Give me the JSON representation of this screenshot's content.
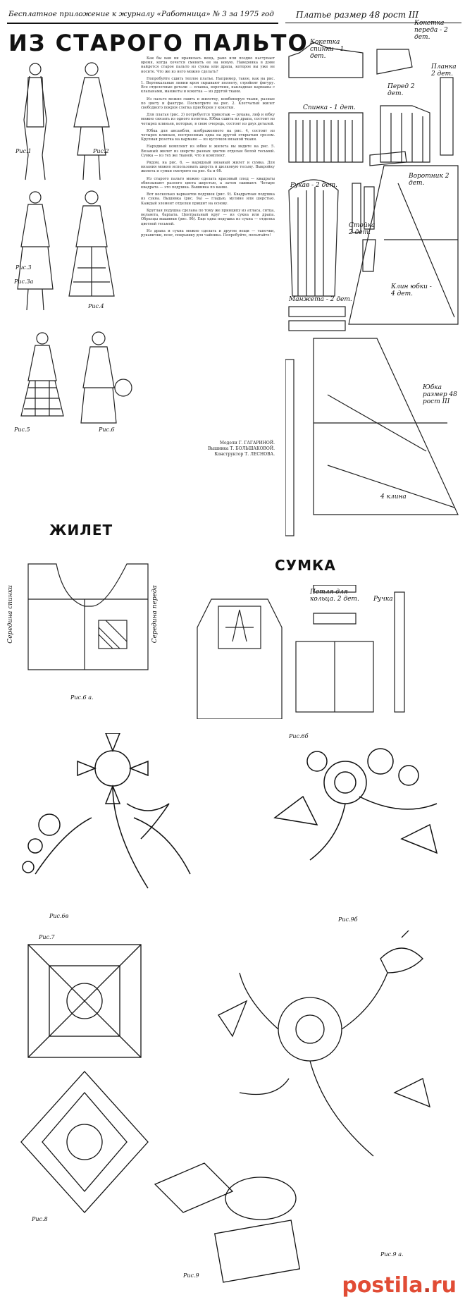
{
  "header": {
    "supplement": "Бесплатное приложение к журналу «Работница» № 3 за 1975 год",
    "title": "ИЗ СТАРОГО ПАЛЬТО"
  },
  "pattern_header": "Платье размер 48 рост III",
  "article": {
    "paragraphs": [
      "Как бы вам ни нравилась вещь, рано или поздно наступает время, когда хочется сменить ее на новую. Наверняка в доме найдется старое пальто из сукна или драпа, которое вы уже не носите. Что же из него можно сделать?",
      "Попробуйте сшить теплое платье. Например, такое, как на рис. 1. Вертикальные линии кроя скрывают полноту, стройнят фигуру. Все отделочные детали — планка, воротник, накладные карманы с клапанами, манжеты и кокетка — из другой ткани.",
      "Из пальто можно сшить и жилетку, комбинируя ткани, разные по цвету и фактуре. Посмотрите на рис. 2. Клетчатый жилет свободного покроя слегка присборен у кокетки.",
      "Для платья (рис. 3) потребуется трикотаж — рукава, лиф и юбку можно связать из одного полотна. Юбка сшита из драпа, состоит из четырех клиньев, которые, в свою очередь, состоят из двух деталей.",
      "Юбка для ансамбля, изображенного на рис. 4, состоит из четырех клиньев, построенных одна на другой открытым срезом. Крупная розетка на кармане — из кусочков вязаной ткани.",
      "Нарядный комплект из юбки и жилета вы видите на рис. 5. Вязаный жилет из шерсти разных цветов отделан белой тесьмой. Сумка — из тех же тканей, что и комплект.",
      "Рядом, на рис. 6, — нарядный вязаный жилет и сумка. Для вязания можно использовать шерсть и шелковую тесьму. Выкройку жилета и сумки смотрите на рис. 6а и 6б.",
      "Из старого пальто можно сделать красивый плед — квадраты обвязывают разного цвета шерстью, а затем сшивают. Четыре квадрата — это подушка. Вышивка по канве.",
      "Вот несколько вариантов подушек (рис. 9). Квадратная подушка из сукна. Вышивка (рис. 9а) — гладью, мулине или шерстью. Каждый элемент отделки пришит на основу.",
      "Круглая подушка сделана по тому же принципу из атласа, ситца, вельвета, бархата. Центральный круг — из сукна или драпа. Образцы вышивки (рис. 9б). Еще одна подушка из сукна — отделка цветной тесьмой.",
      "Из драпа и сукна можно сделать и другие вещи — тапочки, рукавички, пояс, покрышку для чайника. Попробуйте, попытайте!"
    ],
    "credits": [
      "Модели Г. ГАГАРИНОЙ.",
      "Вышивка Т. БОЛЬШАКОВОЙ.",
      "Конструктор Т. ЛЕСНОВА."
    ]
  },
  "figure_labels": {
    "fig1": "Рис.1",
    "fig2": "Рис.2",
    "fig3": "Рис.3",
    "fig3a": "Рис.3а",
    "fig4": "Рис.4",
    "fig5": "Рис.5",
    "fig6": "Рис.6",
    "fig6a": "Рис.6 а.",
    "fig6b": "Рис.6б",
    "fig6v": "Рис.6в",
    "fig7": "Рис.7",
    "fig8": "Рис.8",
    "fig9": "Рис.9",
    "fig9a": "Рис.9 а.",
    "fig9b": "Рис.9б"
  },
  "pattern_labels": {
    "back_yoke": "Кокетка спинки - 1 дет.",
    "front_yoke": "Кокетка переда - 2 дет.",
    "placket": "Планка 2 дет.",
    "back": "Спинка - 1 дет.",
    "front": "Перед 2 дет.",
    "sleeve": "Рукав - 2 дет.",
    "collar": "Воротник 2 дет.",
    "stand": "Стойка 2 дет.",
    "cuff": "Манжета - 2 дет.",
    "skirt_gore": "Клин юбки - 4 дет.",
    "skirt": "Юбка размер 48 рост III",
    "four_gores": "4 клина"
  },
  "vest": {
    "title": "ЖИЛЕТ",
    "center_back": "Середина спинки",
    "center_front": "Середина переда"
  },
  "bag": {
    "title": "СУМКА",
    "loop": "Петля для кольца. 2 дет.",
    "handle": "Ручка"
  },
  "watermark": {
    "text": "postila",
    "dot": ".",
    "suffix": "ru"
  }
}
